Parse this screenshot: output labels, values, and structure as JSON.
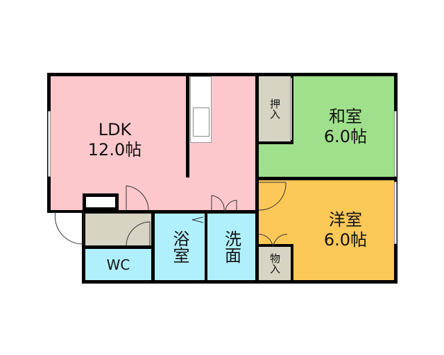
{
  "rooms": {
    "ldk": {
      "name": "LDK",
      "size": "12.0帖",
      "color": "#fcc8cc"
    },
    "washitsu": {
      "name": "和室",
      "size": "6.0帖",
      "color": "#a0e08c"
    },
    "yoshitsu": {
      "name": "洋室",
      "size": "6.0帖",
      "color": "#fcc858"
    },
    "oshiire": {
      "name": "押入",
      "color": "#d8d4c4"
    },
    "monoire": {
      "name": "物入",
      "color": "#d8d4c4"
    },
    "wc": {
      "name": "WC",
      "color": "#b0f0fc"
    },
    "bath": {
      "name": "浴室",
      "color": "#b0f0fc"
    },
    "senmen": {
      "name": "洗面",
      "color": "#b0f0fc"
    }
  }
}
